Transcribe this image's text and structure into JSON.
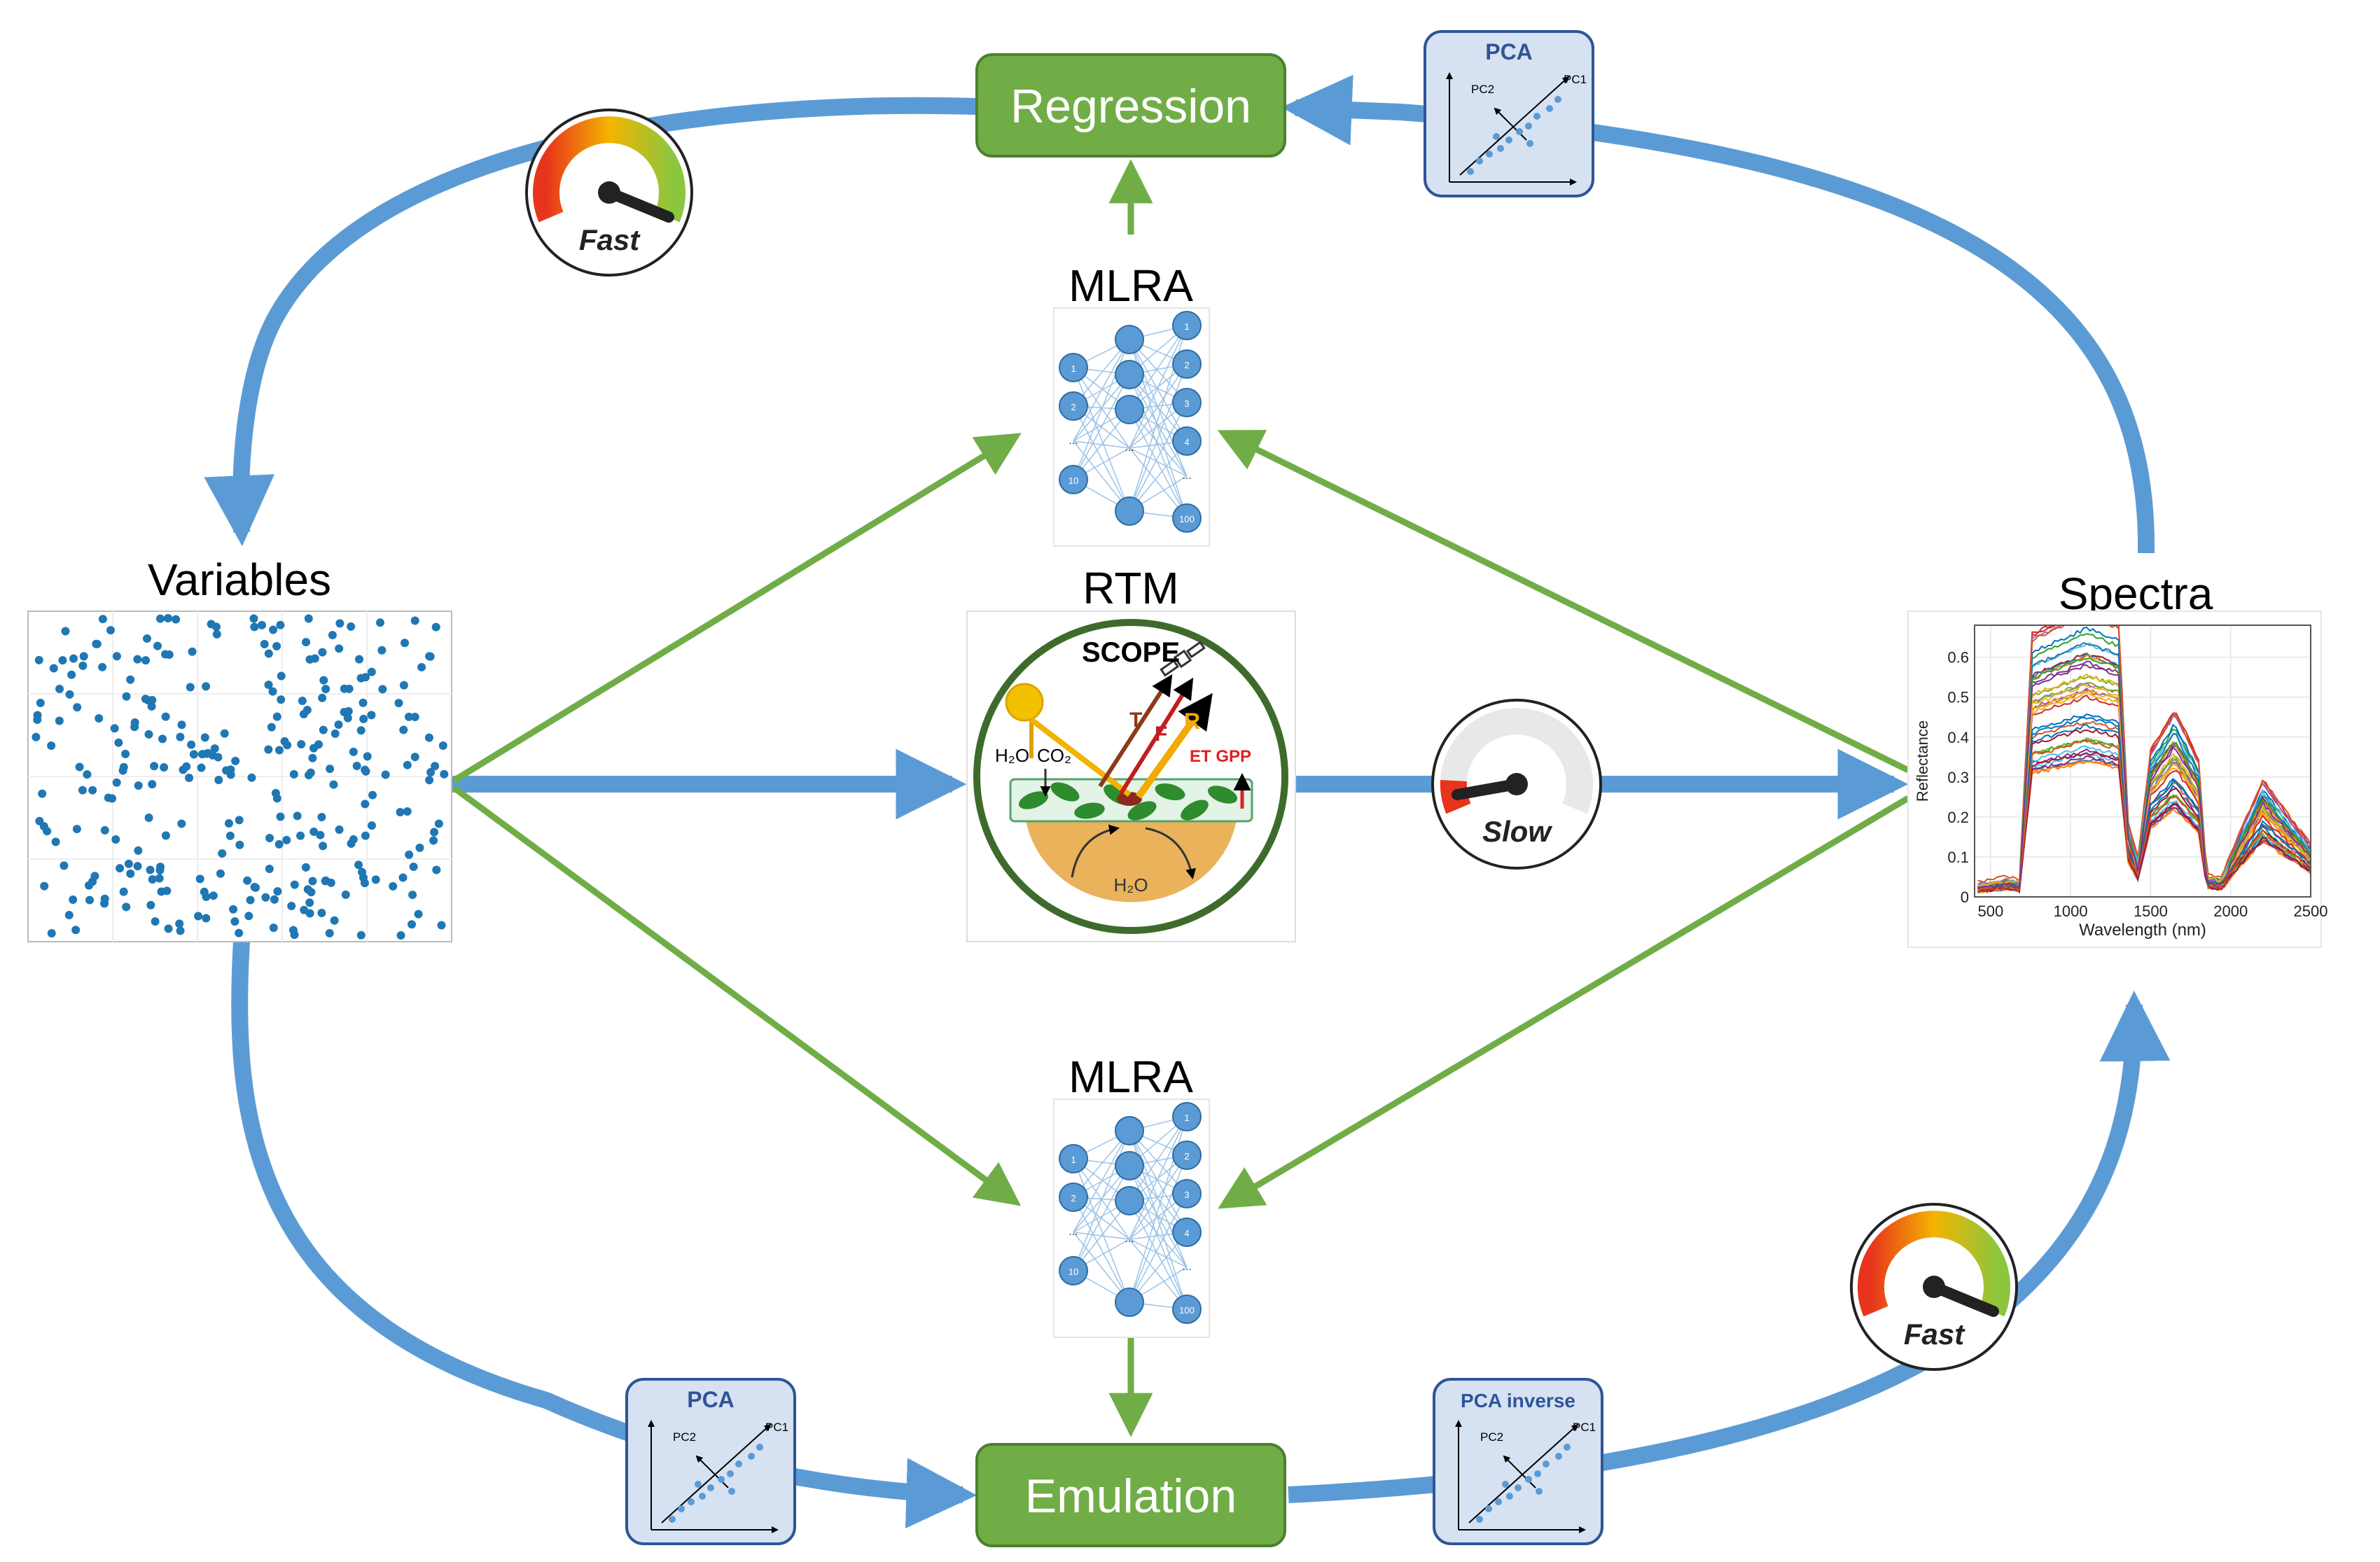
{
  "colors": {
    "blue_flow": "#5B9BD5",
    "green_flow": "#70AD47",
    "box_fill": "#70AD47",
    "box_border": "#4E7F2F",
    "node_fill": "#5B9BD5",
    "pca_fill": "#D6E2F2",
    "pca_border": "#2F5597"
  },
  "labels": {
    "regression": "Regression",
    "emulation": "Emulation",
    "mlra_top": "MLRA",
    "mlra_bottom": "MLRA",
    "rtm": "RTM",
    "variables": "Variables",
    "spectra": "Spectra"
  },
  "gauges": {
    "top_left": "Fast",
    "middle": "Slow",
    "bottom_right": "Fast"
  },
  "pca": {
    "top_right": {
      "title": "PCA",
      "pc1": "PC1",
      "pc2": "PC2"
    },
    "bottom_left": {
      "title": "PCA",
      "pc1": "PC1",
      "pc2": "PC2"
    },
    "bottom_right": {
      "title": "PCA inverse",
      "pc1": "PC1",
      "pc2": "PC2"
    }
  },
  "mlra_nodes": {
    "input": [
      "1",
      "2",
      "...",
      "10"
    ],
    "hidden_dots": "...",
    "output": [
      "1",
      "2",
      "3",
      "4",
      "...",
      "100"
    ]
  },
  "scope": {
    "title": "SCOPE",
    "h2o_left": "H₂O",
    "co2": "CO₂",
    "et_gpp": "ET GPP",
    "h2o_soil": "H₂O",
    "letter_r": "R",
    "letter_f": "F",
    "letter_t": "T"
  },
  "chart_data": {
    "type": "line",
    "xlabel": "Wavelength (nm)",
    "ylabel": "Reflectance",
    "xlim": [
      400,
      2500
    ],
    "ylim": [
      0,
      0.68
    ],
    "xticks": [
      "500",
      "1000",
      "1500",
      "2000",
      "2500"
    ],
    "yticks": [
      "0",
      "0.1",
      "0.2",
      "0.3",
      "0.4",
      "0.5",
      "0.6"
    ],
    "series_count": 40,
    "grid": true
  }
}
